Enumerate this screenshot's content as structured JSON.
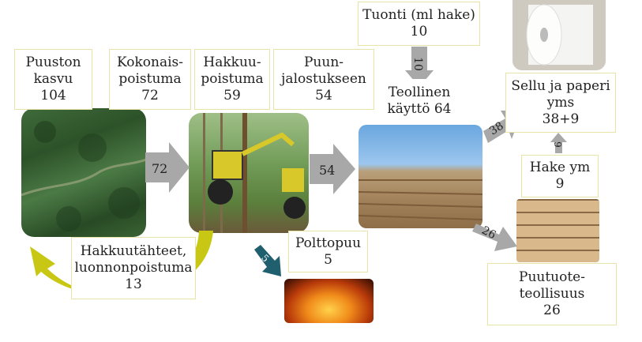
{
  "boxes": {
    "tree_growth": "Puuston\nkasvu\n104",
    "total_removal": "Kokonais-\npoistuma\n72",
    "harvest_removal": "Hakkuu-\npoistuma\n59",
    "to_processing": "Puun-\njalostukseen\n54",
    "import": "Tuonti (ml hake)\n10",
    "industrial_use": "Teollinen\nkäyttö 64",
    "pulp_paper": "Sellu ja paperi\nyms\n38+9",
    "chips": "Hake ym\n9",
    "firewood": "Polttopuu\n5",
    "residues": "Hakkuutähteet,\nluonnonpoistuma\n13",
    "wood_products": "Puutuote-\nteollisuus\n26"
  },
  "arrows": {
    "growth_to_harvest": "72",
    "harvest_to_industry": "54",
    "import_down": "10",
    "to_pulp": "38",
    "to_products": "26",
    "chips_up": "9",
    "firewood": "5"
  },
  "colors": {
    "box_border": "#e8e4a8",
    "arrow_gray": "#a8a8a8",
    "firewood_arrow": "#1f5f6e",
    "loop_arrow": "#c8c814"
  }
}
